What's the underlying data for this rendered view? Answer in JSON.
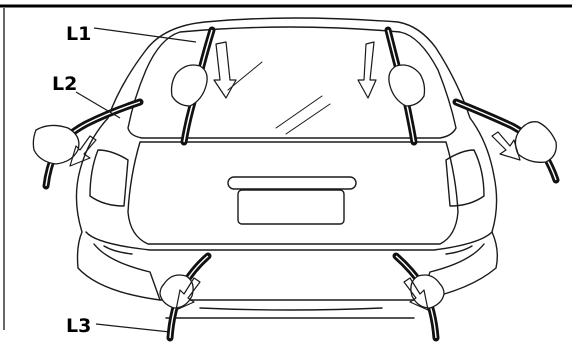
{
  "labels": {
    "l1": "L1",
    "l2": "L2",
    "l3": "L3"
  },
  "colors": {
    "line": "#1a1a1a",
    "strap": "#111111",
    "rule": "#000000",
    "background": "#ffffff"
  }
}
